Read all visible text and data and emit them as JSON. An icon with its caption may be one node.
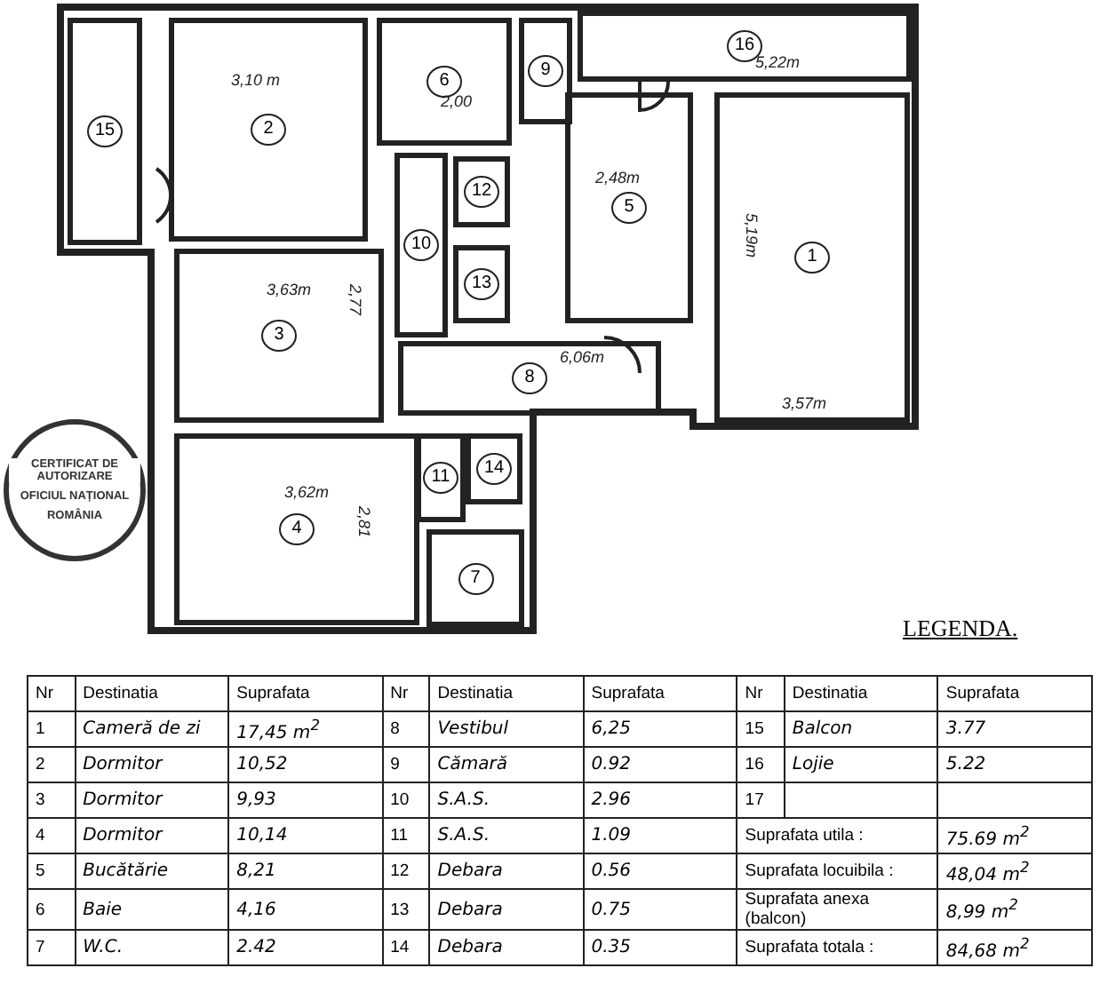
{
  "diagram": {
    "nodes": [
      {
        "text": [
          "16"
        ]
      },
      {
        "text": [
          "15"
        ]
      },
      {
        "text": [
          "2"
        ]
      },
      {
        "text": [
          "6"
        ]
      },
      {
        "text": [
          "9"
        ]
      },
      {
        "text": [
          "5"
        ]
      },
      {
        "text": [
          "1"
        ]
      },
      {
        "text": [
          "10"
        ]
      },
      {
        "text": [
          "12"
        ]
      },
      {
        "text": [
          "13"
        ]
      },
      {
        "text": [
          "3"
        ]
      },
      {
        "text": [
          "8"
        ]
      },
      {
        "text": [
          "CERTIFICAT DE AUTORIZARE",
          "OFICIUL NAȚIONAL",
          "ROMÂNIA"
        ]
      },
      {
        "text": [
          "11"
        ]
      },
      {
        "text": [
          "14"
        ]
      },
      {
        "text": [
          "4"
        ]
      },
      {
        "text": [
          "7"
        ]
      }
    ],
    "labels": [
      "5,22m",
      "3,10 m",
      "2,00",
      "2,48m",
      "5,19m",
      "3,63m",
      "2,77",
      "6,06m",
      "3,57m",
      "3,62m",
      "2,81",
      "LEGENDA.",
      "Nr",
      "Destinatia",
      "Suprafata",
      "Nr",
      "Destinatia",
      "Suprafata",
      "Nr",
      "Destinatia",
      "Suprafata",
      "1",
      "Cameră de zi",
      "17,45 m$^{2}$",
      "8",
      "Vestibul",
      "6,25",
      "15",
      "Balcon",
      "3.77",
      "2",
      "Dormitor",
      "10,52",
      "9",
      "Cămară",
      "0.92",
      "16",
      "Lojie",
      "5.22",
      "3",
      "Dormitor",
      "9,93",
      "10",
      "S.A.S.",
      "2.96",
      "17",
      "4",
      "Dormitor",
      "10,14",
      "11",
      "S.A.S.",
      "1.09",
      "Suprafata utila :",
      "75.69 m$^{2}$",
      "5",
      "Bucătărie",
      "8,21",
      "12",
      "Debara",
      "0.56",
      "Suprafata locuibila :",
      "48,04 m$^{2}$",
      "6",
      "Baie",
      "4,16",
      "13",
      "Debara",
      "0.75",
      "Suprafata anexa (balcon)",
      "8,99 m$^{2}$",
      "7",
      "W.C.",
      "2.42",
      "14",
      "Debara",
      "0.35",
      "Suprafata totala :",
      "84,68 m$^{2}$"
    ]
  }
}
